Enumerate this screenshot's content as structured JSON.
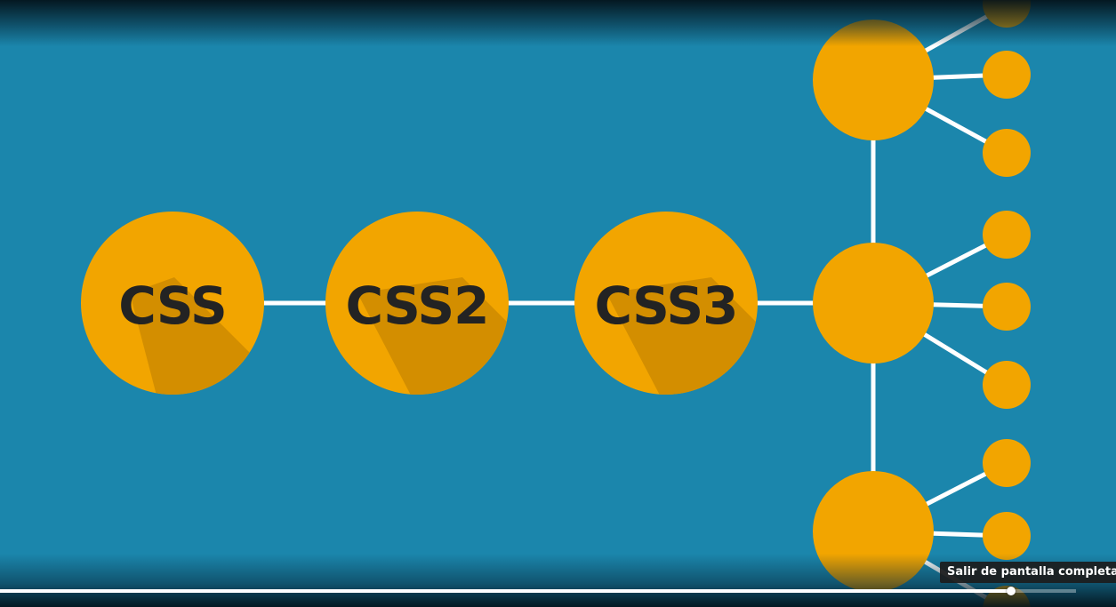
{
  "video": {
    "background_color": "#1b86ac",
    "node_color": "#f2a500",
    "connector_color": "#ffffff",
    "label_color": "#232323",
    "nodes": [
      {
        "label": "CSS"
      },
      {
        "label": "CSS2"
      },
      {
        "label": "CSS3"
      }
    ]
  },
  "controls": {
    "progress_fraction": 0.94,
    "tooltip": "Salir de pantalla completa"
  }
}
